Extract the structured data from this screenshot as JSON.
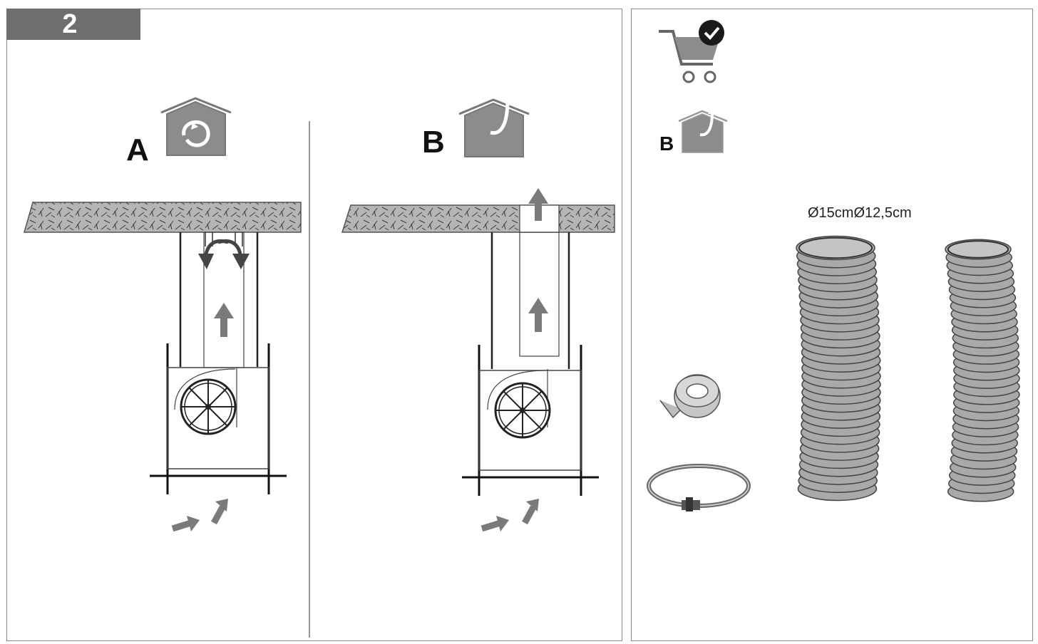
{
  "header": {
    "step_number": "2"
  },
  "option_a": {
    "letter": "A",
    "icon": "house-recirculation-icon"
  },
  "option_b": {
    "letter": "B",
    "icon": "house-extraction-icon"
  },
  "accessories": {
    "cart_icon": "cart-check-icon",
    "letter": "B",
    "icon": "house-extraction-icon",
    "diameter_label": "Ø15cmØ12,5cm",
    "items": [
      "duct-tape-icon",
      "hose-clamp-icon",
      "flexible-duct-150-icon",
      "flexible-duct-125-icon"
    ]
  },
  "colors": {
    "tab": "#6e6e6e",
    "icon_fill": "#8c8c8c",
    "arrow": "#7a7a7a",
    "ceiling": "#b5b5b5"
  }
}
